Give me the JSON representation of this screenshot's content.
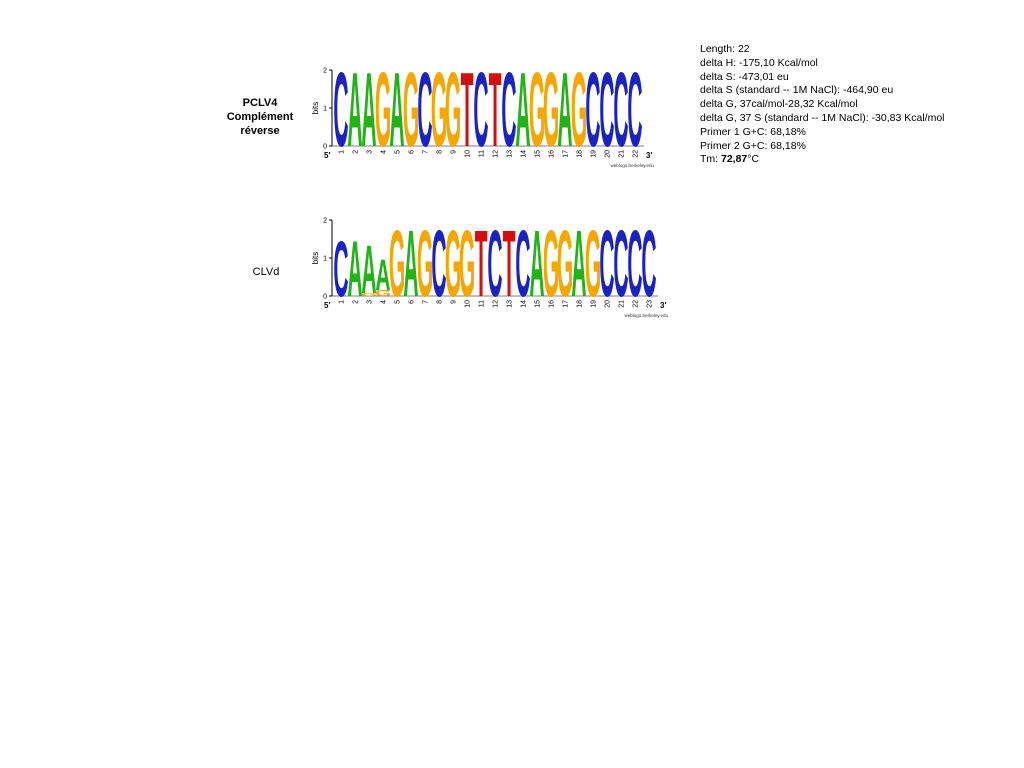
{
  "colors": {
    "A": "#22b318",
    "C": "#1a22c2",
    "G": "#f5a700",
    "T": "#d40d0d"
  },
  "logos": [
    {
      "id": "top",
      "label_lines": [
        "PCLV4",
        "Complément",
        "réverse"
      ],
      "axis_label": "bits",
      "ticks": [
        "0",
        "1",
        "2"
      ],
      "ymax": 2,
      "five_prime": "5′",
      "three_prime": "3′",
      "credit": "weblogo.berkeley.edu",
      "positions": [
        {
          "n": "1",
          "stack": [
            {
              "b": "C",
              "h": 2
            }
          ]
        },
        {
          "n": "2",
          "stack": [
            {
              "b": "A",
              "h": 2
            }
          ]
        },
        {
          "n": "3",
          "stack": [
            {
              "b": "A",
              "h": 2
            }
          ]
        },
        {
          "n": "4",
          "stack": [
            {
              "b": "G",
              "h": 2
            }
          ]
        },
        {
          "n": "5",
          "stack": [
            {
              "b": "A",
              "h": 2
            }
          ]
        },
        {
          "n": "6",
          "stack": [
            {
              "b": "G",
              "h": 2
            }
          ]
        },
        {
          "n": "7",
          "stack": [
            {
              "b": "C",
              "h": 2
            }
          ]
        },
        {
          "n": "8",
          "stack": [
            {
              "b": "G",
              "h": 2
            }
          ]
        },
        {
          "n": "9",
          "stack": [
            {
              "b": "G",
              "h": 2
            }
          ]
        },
        {
          "n": "10",
          "stack": [
            {
              "b": "T",
              "h": 2
            }
          ]
        },
        {
          "n": "11",
          "stack": [
            {
              "b": "C",
              "h": 2
            }
          ]
        },
        {
          "n": "12",
          "stack": [
            {
              "b": "T",
              "h": 2
            }
          ]
        },
        {
          "n": "13",
          "stack": [
            {
              "b": "C",
              "h": 2
            }
          ]
        },
        {
          "n": "14",
          "stack": [
            {
              "b": "A",
              "h": 2
            }
          ]
        },
        {
          "n": "15",
          "stack": [
            {
              "b": "G",
              "h": 2
            }
          ]
        },
        {
          "n": "16",
          "stack": [
            {
              "b": "G",
              "h": 2
            }
          ]
        },
        {
          "n": "17",
          "stack": [
            {
              "b": "A",
              "h": 2
            }
          ]
        },
        {
          "n": "18",
          "stack": [
            {
              "b": "G",
              "h": 2
            }
          ]
        },
        {
          "n": "19",
          "stack": [
            {
              "b": "C",
              "h": 2
            }
          ]
        },
        {
          "n": "20",
          "stack": [
            {
              "b": "C",
              "h": 2
            }
          ]
        },
        {
          "n": "21",
          "stack": [
            {
              "b": "C",
              "h": 2
            }
          ]
        },
        {
          "n": "22",
          "stack": [
            {
              "b": "C",
              "h": 2
            }
          ]
        }
      ]
    },
    {
      "id": "bottom",
      "label_lines": [
        "CLVd"
      ],
      "axis_label": "bits",
      "ticks": [
        "0",
        "1",
        "2"
      ],
      "ymax": 2,
      "five_prime": "5′",
      "three_prime": "3′",
      "credit": "weblogo.berkeley.edu",
      "positions": [
        {
          "n": "1",
          "stack": [
            {
              "b": "C",
              "h": 1.5
            }
          ]
        },
        {
          "n": "2",
          "stack": [
            {
              "b": "A",
              "h": 1.5
            }
          ]
        },
        {
          "n": "3",
          "stack": [
            {
              "b": "G",
              "h": 0.08
            },
            {
              "b": "A",
              "h": 1.3
            }
          ]
        },
        {
          "n": "4",
          "stack": [
            {
              "b": "G",
              "h": 0.15
            },
            {
              "b": "A",
              "h": 0.85
            }
          ]
        },
        {
          "n": "5",
          "stack": [
            {
              "b": "G",
              "h": 1.8
            }
          ]
        },
        {
          "n": "6",
          "stack": [
            {
              "b": "A",
              "h": 1.8
            }
          ]
        },
        {
          "n": "7",
          "stack": [
            {
              "b": "G",
              "h": 1.8
            }
          ]
        },
        {
          "n": "8",
          "stack": [
            {
              "b": "C",
              "h": 1.8
            }
          ]
        },
        {
          "n": "9",
          "stack": [
            {
              "b": "G",
              "h": 1.8
            }
          ]
        },
        {
          "n": "10",
          "stack": [
            {
              "b": "G",
              "h": 1.8
            }
          ]
        },
        {
          "n": "11",
          "stack": [
            {
              "b": "T",
              "h": 1.8
            }
          ]
        },
        {
          "n": "12",
          "stack": [
            {
              "b": "C",
              "h": 1.8
            }
          ]
        },
        {
          "n": "13",
          "stack": [
            {
              "b": "T",
              "h": 1.8
            }
          ]
        },
        {
          "n": "14",
          "stack": [
            {
              "b": "C",
              "h": 1.8
            }
          ]
        },
        {
          "n": "15",
          "stack": [
            {
              "b": "A",
              "h": 1.8
            }
          ]
        },
        {
          "n": "16",
          "stack": [
            {
              "b": "G",
              "h": 1.8
            }
          ]
        },
        {
          "n": "17",
          "stack": [
            {
              "b": "G",
              "h": 1.8
            }
          ]
        },
        {
          "n": "18",
          "stack": [
            {
              "b": "A",
              "h": 1.8
            }
          ]
        },
        {
          "n": "19",
          "stack": [
            {
              "b": "G",
              "h": 1.8
            }
          ]
        },
        {
          "n": "20",
          "stack": [
            {
              "b": "C",
              "h": 1.8
            }
          ]
        },
        {
          "n": "21",
          "stack": [
            {
              "b": "C",
              "h": 1.8
            }
          ]
        },
        {
          "n": "22",
          "stack": [
            {
              "b": "C",
              "h": 1.8
            }
          ]
        },
        {
          "n": "23",
          "stack": [
            {
              "b": "C",
              "h": 1.8
            }
          ]
        }
      ]
    }
  ],
  "info": {
    "length": "Length: 22",
    "delta_h": "delta H: -175,10 Kcal/mol",
    "delta_s": "delta S: -473,01 eu",
    "delta_s_std": "delta S (standard -- 1M NaCl): -464,90 eu",
    "delta_g": "delta G, 37cal/mol-28,32 Kcal/mol",
    "delta_g_std": "delta G, 37 S (standard -- 1M NaCl): -30,83 Kcal/mol",
    "primer1": "Primer 1 G+C: 68,18%",
    "primer2": "Primer 2 G+C: 68,18%",
    "tm_prefix": "Tm: ",
    "tm_value": "72,87",
    "tm_unit": "°C"
  }
}
